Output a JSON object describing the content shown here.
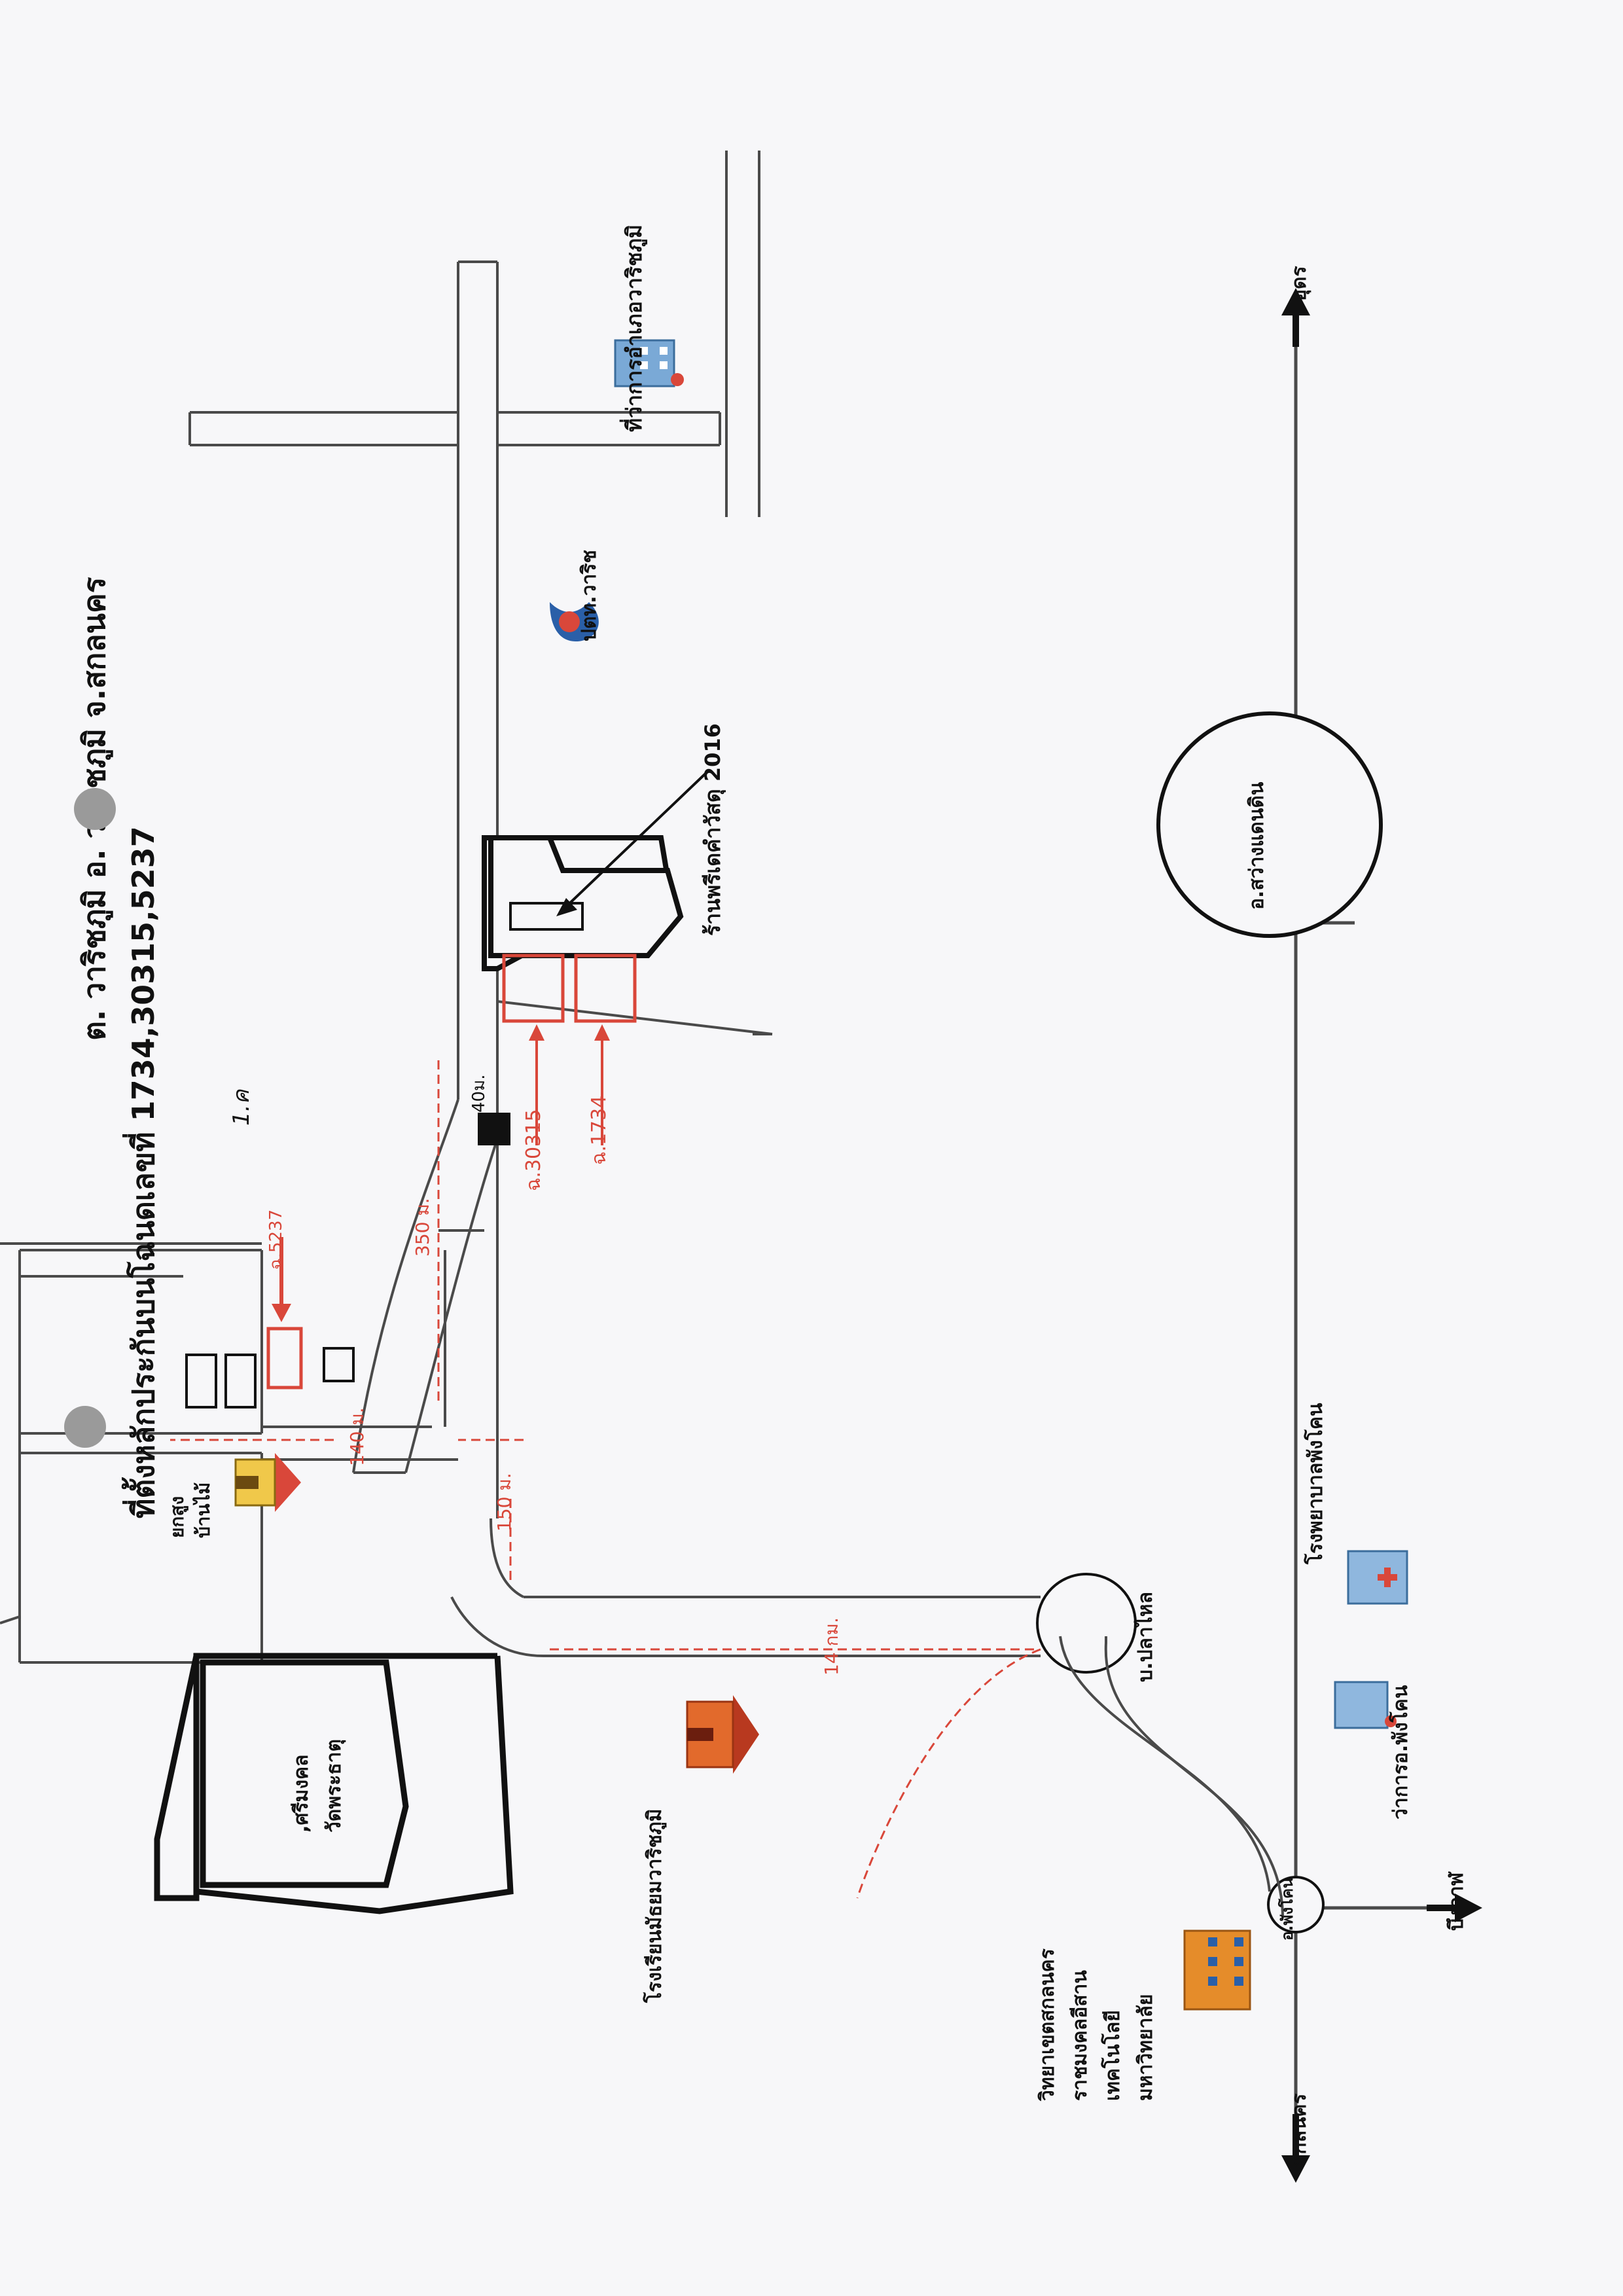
{
  "title": {
    "line1": "ที่ตั้งหลักประกันบนโฉนดเลขที่ 1734,30315,5237",
    "line2": "ต. วาริชภูมิ อ. วาริชภูมิ จ.สกลนคร"
  },
  "directions": {
    "north": "อุดร",
    "south": "สกลนคร",
    "east": "บึงกาฬ"
  },
  "places": {
    "district_office": "ที่ว่าการอำเภอวาริชภูมิ",
    "ptt": "ปตท.วาริช",
    "museum": "ร้านพรีเดคำวัสดุ 2016",
    "sawang_dandin": "อ.สว่างแดนดิน",
    "hospital": "โรงพยาบาลพังโคน",
    "district_phangkhon": "ว่าการอ.พังโคน",
    "phangkhon_junction": "อ.พังโคน",
    "pla_lai": "บ.ปลาไหล",
    "university": [
      "มหาวิทยาลัย",
      "เทคโนโลยี",
      "ราชมงคลอีสาน",
      "วิทยาเขตสกลนคร"
    ],
    "school": "โรงเรียนมัธยมวาริชภูมิ",
    "temple": [
      "วัดพระธาตุ",
      ",ศรีมงคล"
    ],
    "house": [
      "บ้านไม้",
      "ยกสูง"
    ]
  },
  "parcels": {
    "p1734": "ฉ.1734",
    "p30315": "ฉ.30315",
    "p5237": "ฉ.5237"
  },
  "distances": {
    "d40": "40ม.",
    "d350": "350 ม.",
    "d140": "140 ม.",
    "d150": "150 ม.",
    "d14km": "14 กม."
  },
  "handwriting": "1.ค",
  "colors": {
    "road": "#4a4a4a",
    "marker_red": "#d9473a",
    "building_black": "#111111",
    "route_red": "#d9473a"
  }
}
